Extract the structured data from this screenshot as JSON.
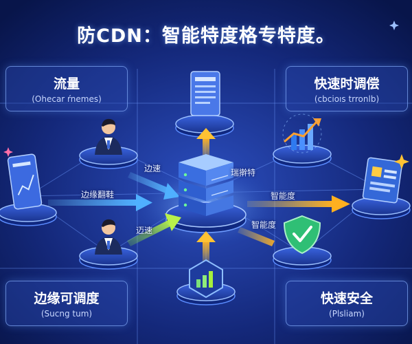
{
  "title": "防CDN：智能特度格专特度。",
  "cards": [
    {
      "main": "流量",
      "sub": "(Ohecar ŕnemes)"
    },
    {
      "main": "快速时调偿",
      "sub": "(cbcioıs trronlb)"
    },
    {
      "main": "边缘可调度",
      "sub": "(Sucng tum)"
    },
    {
      "main": "快速安全",
      "sub": "(Plsliam)"
    }
  ],
  "edge_labels": [
    "边速",
    "边缘翻鞋",
    "迈速",
    "瑞擀特",
    "智能度",
    "智能度"
  ],
  "colors": {
    "background": "#0a1a5c",
    "accent_blue": "#3f8cff",
    "arrow_yellow": "#ffc233",
    "arrow_green": "#a6f03c",
    "check_green": "#2ad07a"
  },
  "icons": [
    "database-server-icon",
    "user-avatar-icon",
    "document-icon",
    "chart-tablet-icon",
    "growth-chart-icon",
    "dashboard-icon",
    "shield-check-icon",
    "bar-chart-icon",
    "sparkle-icon"
  ]
}
